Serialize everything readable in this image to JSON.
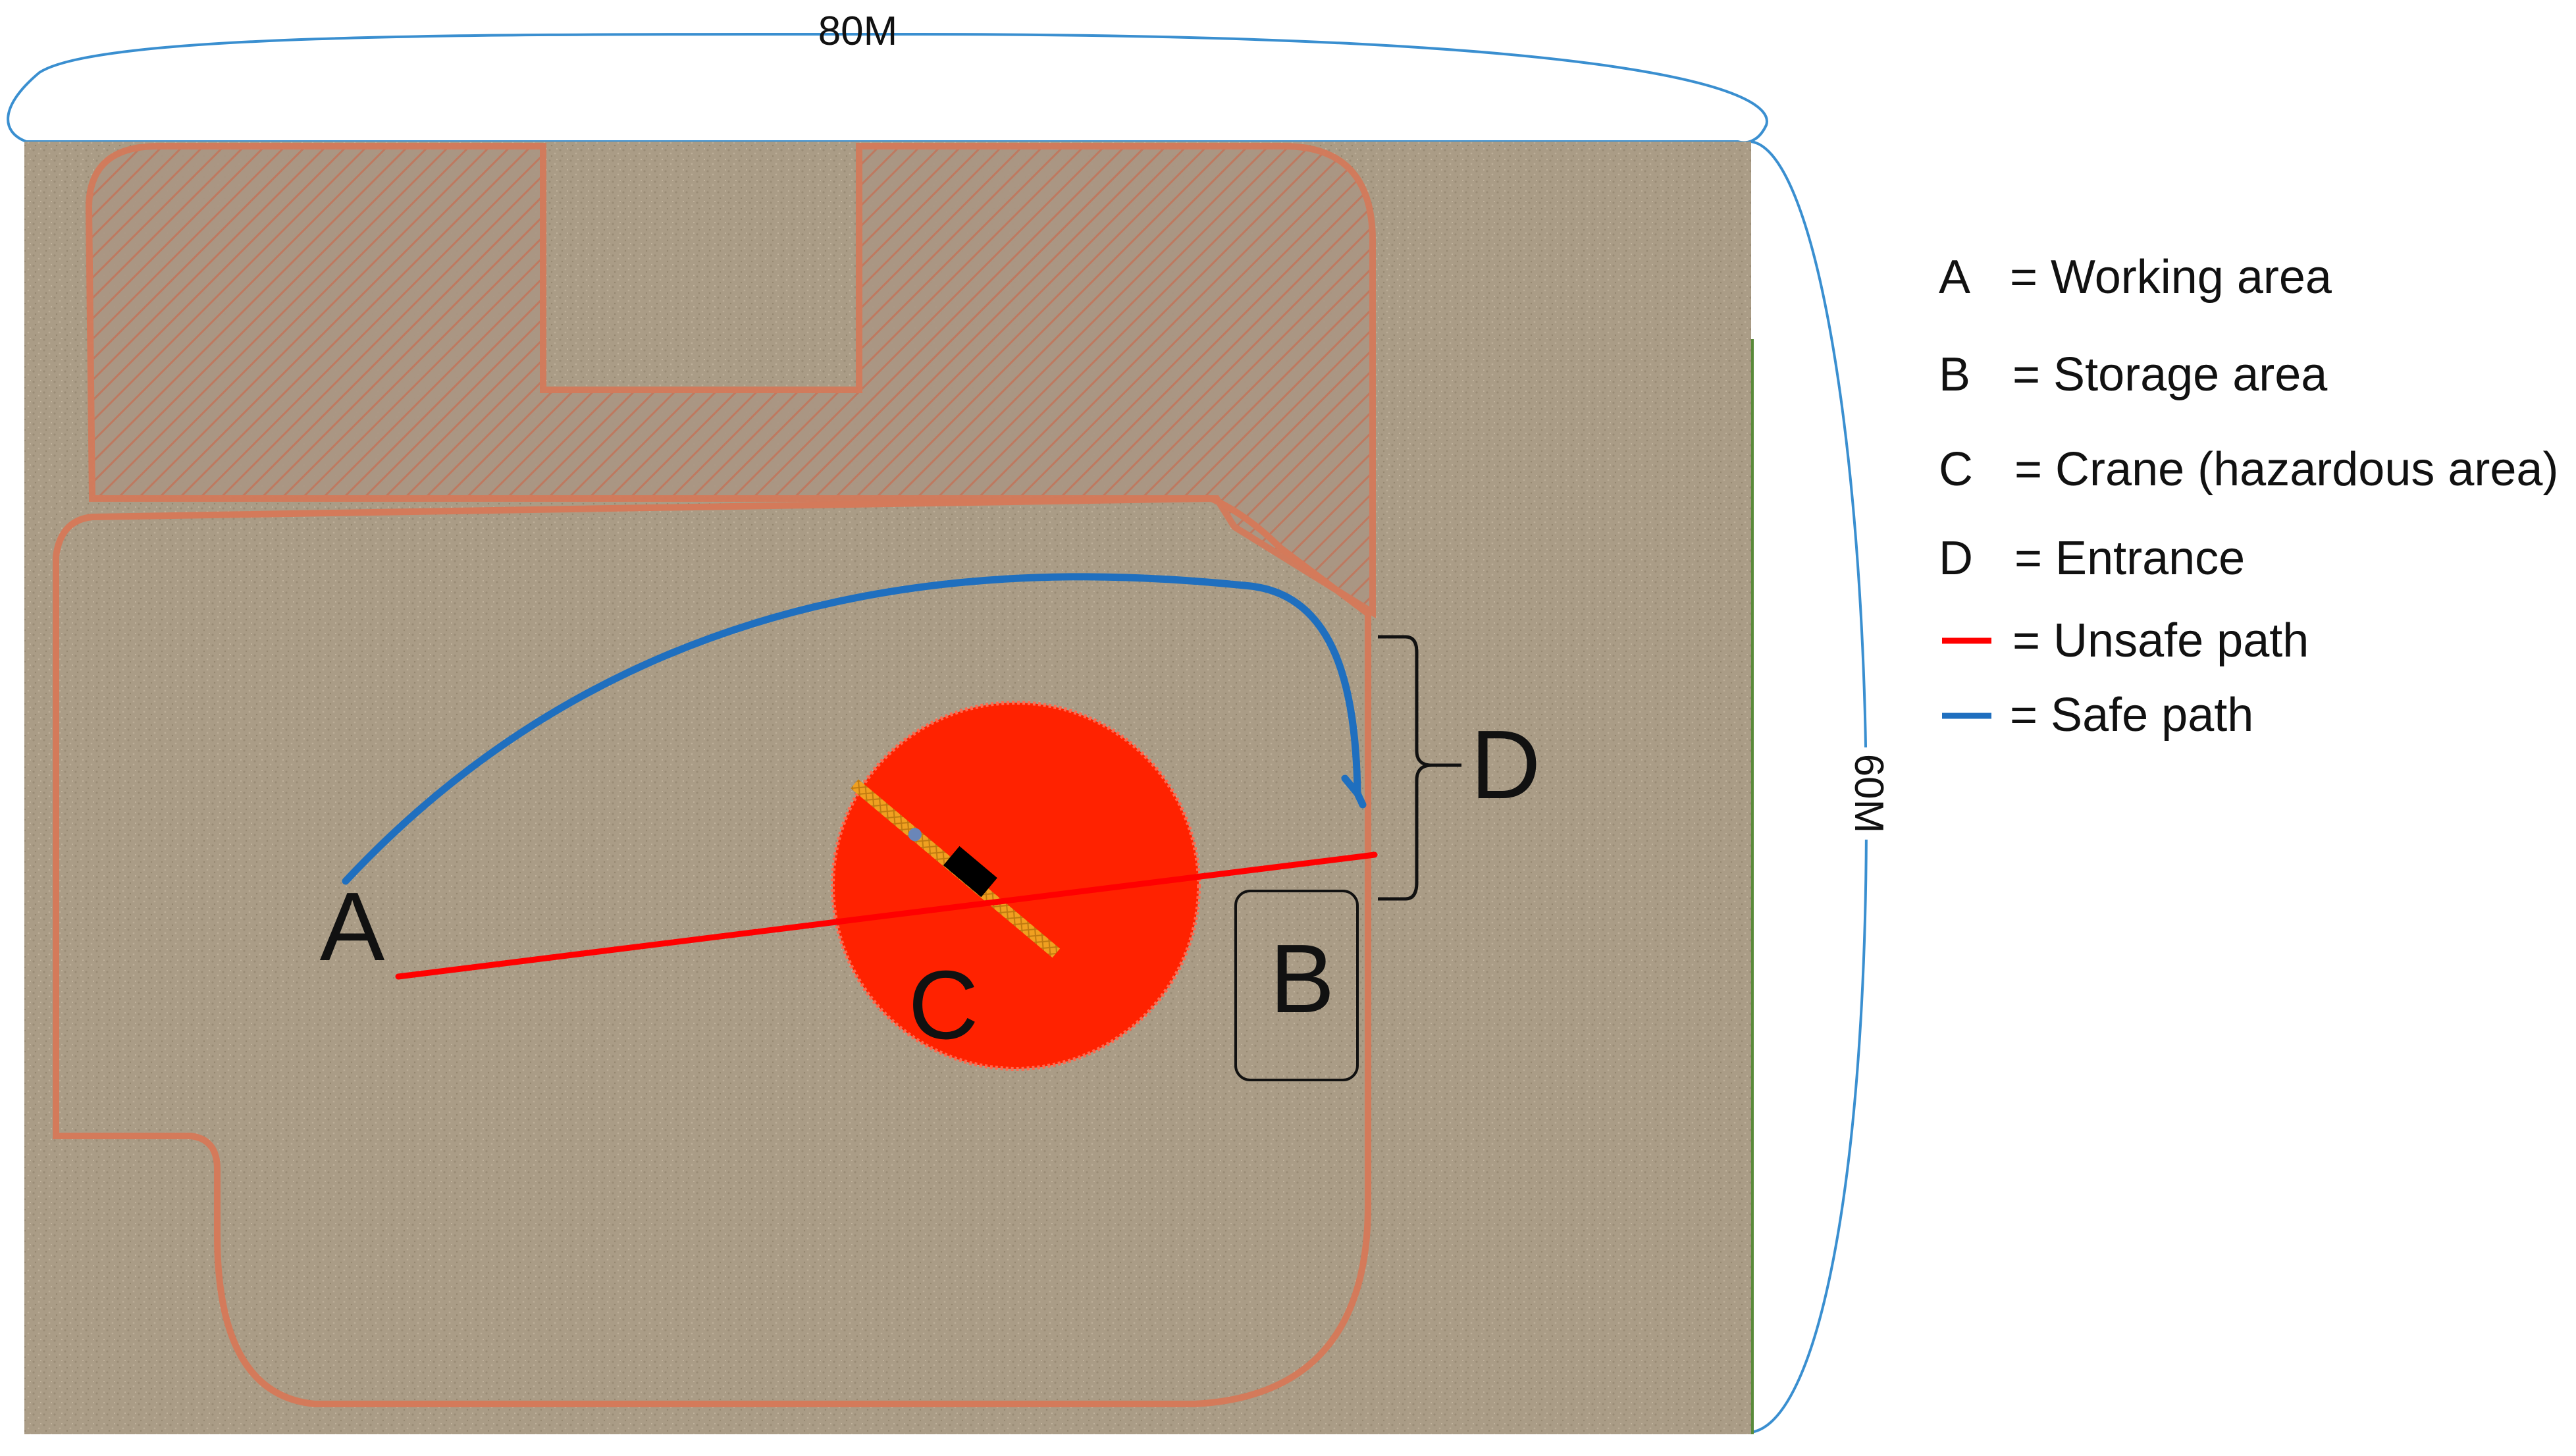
{
  "dimensions": {
    "width": "80M",
    "height": "60M"
  },
  "map_labels": {
    "a": "A",
    "b": "B",
    "c": "C",
    "d": "D"
  },
  "legend": {
    "items": [
      {
        "key": "A",
        "text": "= Working area"
      },
      {
        "key": "B",
        "text": "= Storage area"
      },
      {
        "key": "C",
        "text": "= Crane (hazardous area)"
      },
      {
        "key": "D",
        "text": "= Entrance"
      },
      {
        "key": "",
        "text": "= Unsafe path",
        "swatch": "#ff0000"
      },
      {
        "key": "",
        "text": "= Safe path",
        "swatch": "#1f6fbf"
      }
    ]
  },
  "colors": {
    "ground": "#aa9c86",
    "boundary": "#d47a5a",
    "hatch": "#b08878",
    "hazard": "#ff2200",
    "unsafe_path": "#ff0000",
    "safe_path": "#1f6fbf",
    "dimension_line": "#3a8fd0",
    "crane_boom": "#f0a020",
    "crane_cab": "#000000"
  }
}
